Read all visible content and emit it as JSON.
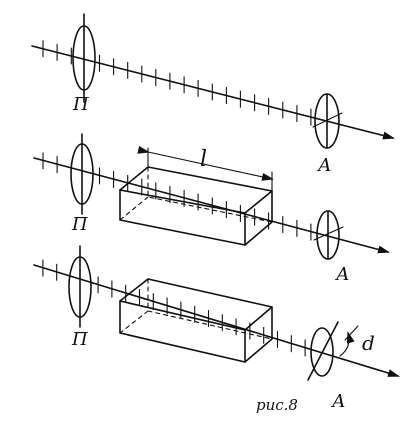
{
  "labels": {
    "polarizer": "П",
    "analyzer": "А",
    "length": "l",
    "angle": "d",
    "caption": "рис.8"
  }
}
